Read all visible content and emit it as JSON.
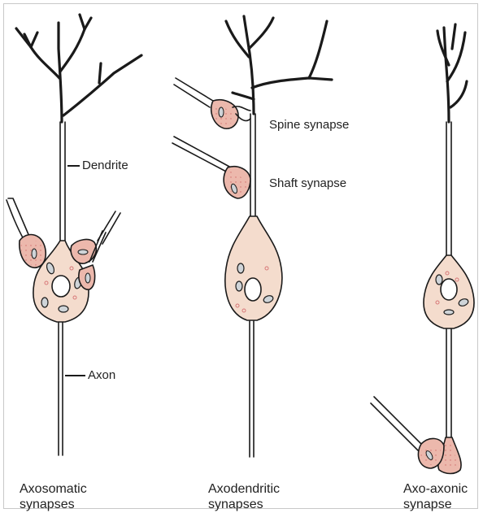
{
  "colors": {
    "cell_fill": "#f4dccd",
    "terminal_fill": "#ecb8ac",
    "outline": "#1a1a1a"
  },
  "labels": {
    "dendrite": "Dendrite",
    "axon": "Axon",
    "spine_synapse": "Spine synapse",
    "shaft_synapse": "Shaft synapse"
  },
  "captions": {
    "axosomatic": {
      "line1": "Axosomatic",
      "line2": "synapses"
    },
    "axodendritic": {
      "line1": "Axodendritic",
      "line2": "synapses"
    },
    "axoaxonic": {
      "line1": "Axo-axonic",
      "line2": "synapse"
    }
  }
}
